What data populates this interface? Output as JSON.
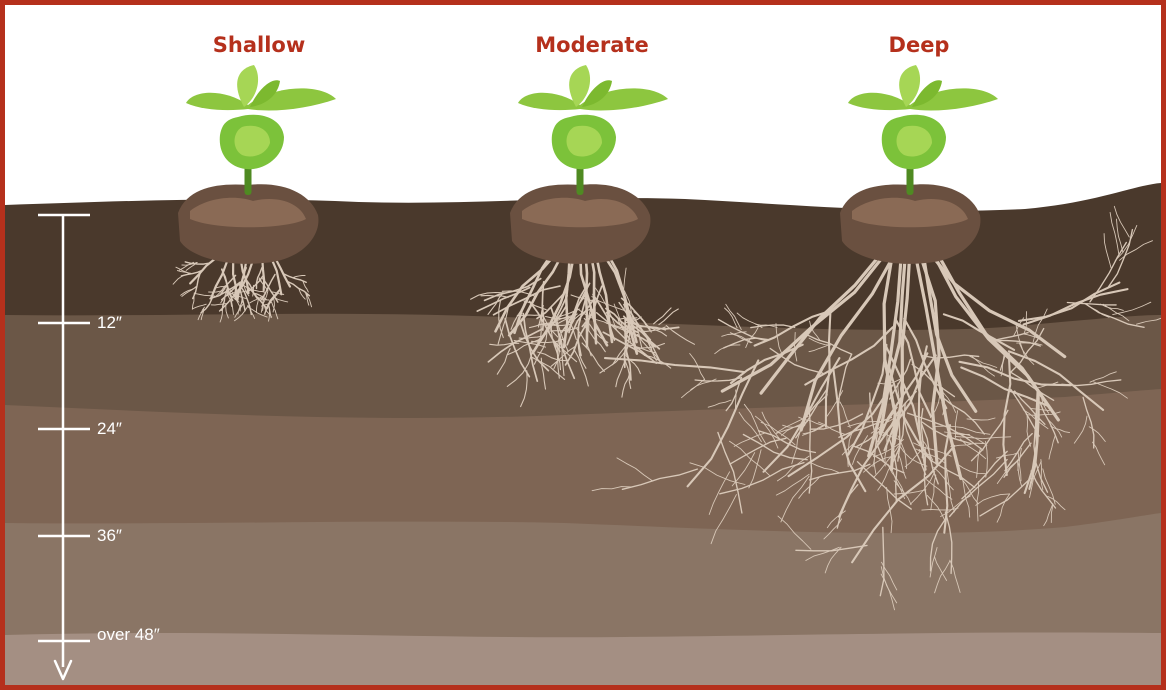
{
  "colors": {
    "border": "#b5301c",
    "title": "#b5301c",
    "root": "#d8c8b8",
    "scale": "#ffffff",
    "soil_layers": [
      "#4a392c",
      "#6b5747",
      "#7e6554",
      "#8a7565",
      "#a48f83"
    ]
  },
  "plants": [
    {
      "label": "Shallow",
      "root_depth": "shallow"
    },
    {
      "label": "Moderate",
      "root_depth": "moderate"
    },
    {
      "label": "Deep",
      "root_depth": "deep"
    }
  ],
  "depth_scale": {
    "icon": "down-arrow-icon",
    "ticks": [
      {
        "label": "12″"
      },
      {
        "label": "24″"
      },
      {
        "label": "36″"
      },
      {
        "label": "over 48″"
      }
    ]
  }
}
